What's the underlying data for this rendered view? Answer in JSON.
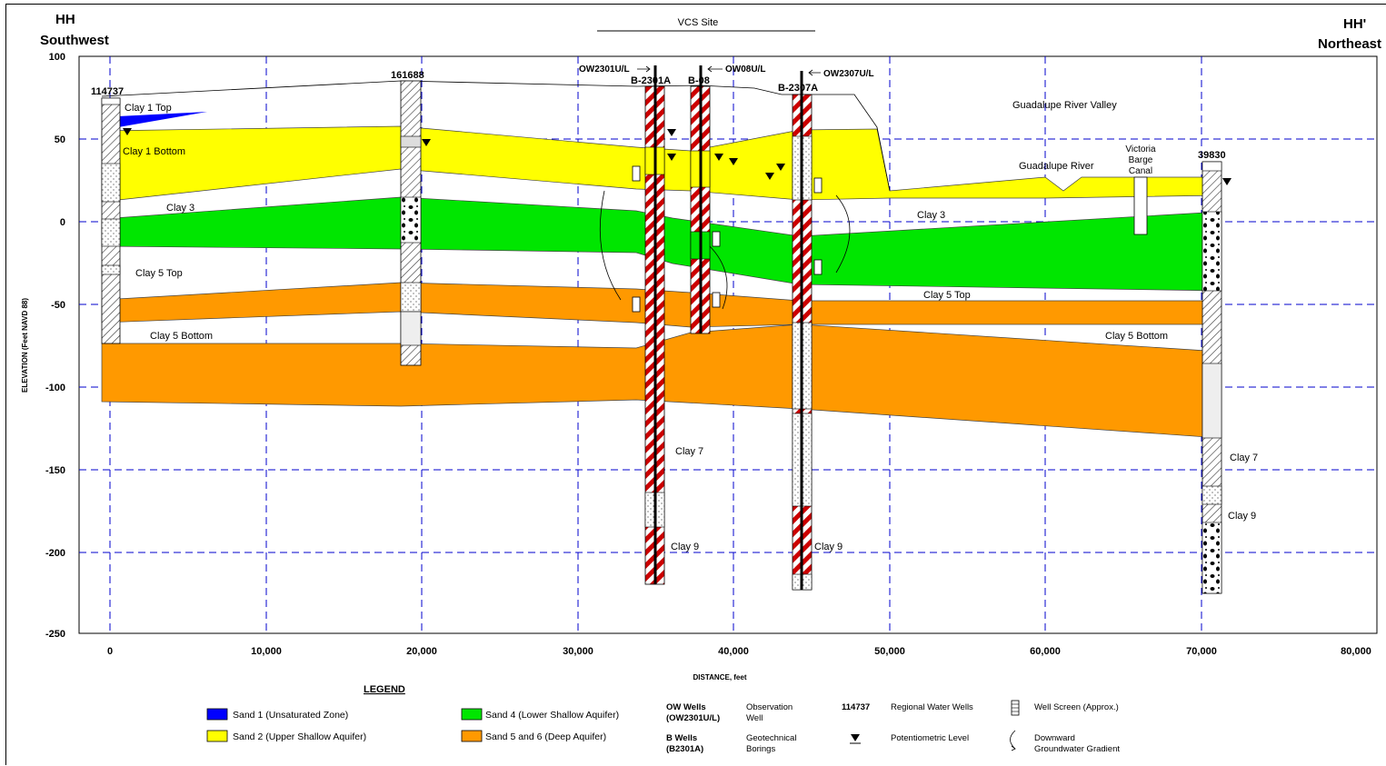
{
  "title": "VCS Site",
  "corners": {
    "left_label": "HH",
    "left_direction": "Southwest",
    "right_label": "HH'",
    "right_direction": "Northeast"
  },
  "axes": {
    "y_label": "ELEVATION (Feet NAVD 88)",
    "x_label": "DISTANCE, feet",
    "y_ticks": [
      "100",
      "50",
      "0",
      "-50",
      "-100",
      "-150",
      "-200",
      "-250"
    ],
    "x_ticks": [
      "0",
      "10,000",
      "20,000",
      "30,000",
      "40,000",
      "50,000",
      "60,000",
      "70,000",
      "80,000"
    ],
    "x_range": [
      -2000,
      80000
    ],
    "y_range": [
      -250,
      100
    ]
  },
  "wells": {
    "w114737": "114737",
    "w161688": "161688",
    "w39830": "39830",
    "b2301a": "B-2301A",
    "b08": "B-08",
    "b2307a": "B-2307A",
    "ow2301": "OW2301U/L",
    "ow08": "OW08U/L",
    "ow2307": "OW2307U/L"
  },
  "layer_labels": {
    "clay1top": "Clay 1 Top",
    "clay1bottom": "Clay 1 Bottom",
    "clay3_left": "Clay 3",
    "clay3_right": "Clay 3",
    "clay5top_left": "Clay 5 Top",
    "clay5top_right": "Clay 5 Top",
    "clay5bottom_left": "Clay 5 Bottom",
    "clay5bottom_right": "Clay 5 Bottom",
    "clay7_mid": "Clay 7",
    "clay7_right": "Clay 7",
    "clay9_b2301": "Clay 9",
    "clay9_b2307": "Clay 9",
    "clay9_right": "Clay 9",
    "guadalupe_valley": "Guadalupe River Valley",
    "guadalupe_river": "Guadalupe River",
    "victoria1": "Victoria",
    "victoria2": "Barge",
    "victoria3": "Canal"
  },
  "legend": {
    "title": "LEGEND",
    "sand1": "Sand 1 (Unsaturated Zone)",
    "sand2": "Sand 2 (Upper Shallow Aquifer)",
    "sand4": "Sand 4 (Lower Shallow Aquifer)",
    "sand56": "Sand 5 and 6 (Deep Aquifer)",
    "ow_wells": "OW Wells",
    "ow_example": "(OW2301U/L)",
    "observation": "Observation",
    "observation2": "Well",
    "b_wells": "B Wells",
    "b_example": "(B2301A)",
    "geotech": "Geotechnical",
    "geotech2": "Borings",
    "regional_num": "114737",
    "regional": "Regional Water Wells",
    "potentiometric": "Potentiometric Level",
    "screen": "Well Screen (Approx.)",
    "downward1": "Downward",
    "downward2": "Groundwater Gradient"
  },
  "colors": {
    "sand1": "#0000ff",
    "sand2": "#ffff00",
    "sand4": "#00e600",
    "sand56": "#ff9900",
    "grid": "#0000cc",
    "boring_red": "#cc0000"
  }
}
